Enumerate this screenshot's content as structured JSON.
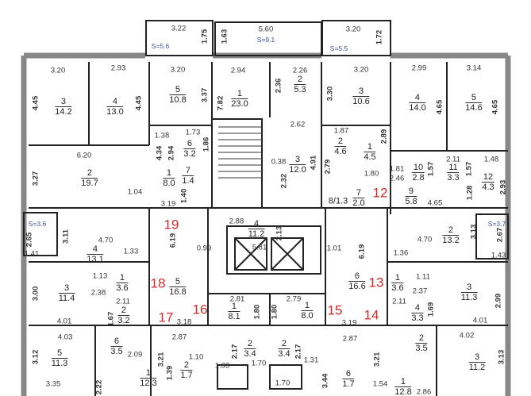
{
  "plan": {
    "rooms": [
      {
        "num": "3",
        "area": "14.2"
      },
      {
        "num": "4",
        "area": "13.0"
      },
      {
        "num": "5",
        "area": "10.8"
      },
      {
        "num": "1",
        "area": "23.0"
      },
      {
        "num": "2",
        "area": "5.3"
      },
      {
        "num": "3",
        "area": "10.6"
      },
      {
        "num": "4",
        "area": "14.0"
      },
      {
        "num": "5",
        "area": "14.6"
      },
      {
        "num": "6",
        "area": "3.2"
      },
      {
        "num": "1",
        "area": "8.0"
      },
      {
        "num": "7",
        "area": "1.4"
      },
      {
        "num": "2",
        "area": "19.7"
      },
      {
        "num": "3",
        "area": "12.0"
      },
      {
        "num": "2",
        "area": "4.6"
      },
      {
        "num": "1",
        "area": "4.5"
      },
      {
        "num": "10",
        "area": "2.8"
      },
      {
        "num": "11",
        "area": "3.3"
      },
      {
        "num": "12",
        "area": "4.3"
      },
      {
        "num": "7",
        "area": "2.0"
      },
      {
        "num": "9",
        "area": "5.8"
      },
      {
        "num": "4",
        "area": "11.2"
      },
      {
        "num": "4",
        "area": "13.1"
      },
      {
        "num": "1",
        "area": "3.6"
      },
      {
        "num": "5",
        "area": "16.8"
      },
      {
        "num": "3",
        "area": "11.4"
      },
      {
        "num": "2",
        "area": "3.2"
      },
      {
        "num": "6",
        "area": "16.6"
      },
      {
        "num": "1",
        "area": "3.6"
      },
      {
        "num": "2",
        "area": "13.2"
      },
      {
        "num": "3",
        "area": "11.3"
      },
      {
        "num": "4",
        "area": "3.3"
      },
      {
        "num": "1",
        "area": "8.1"
      },
      {
        "num": "1",
        "area": "8.0"
      },
      {
        "num": "2",
        "area": "3.4"
      },
      {
        "num": "2",
        "area": "3.4"
      },
      {
        "num": "6",
        "area": "3.5"
      },
      {
        "num": "5",
        "area": "11.3"
      },
      {
        "num": "1",
        "area": "12.3"
      },
      {
        "num": "2",
        "area": "1.7"
      },
      {
        "num": "2",
        "area": "3.5"
      },
      {
        "num": "3",
        "area": "11.2"
      },
      {
        "num": "6",
        "area": "1.7"
      },
      {
        "num": "1",
        "area": "12.8"
      }
    ],
    "room_extra": [
      "8/1.3"
    ],
    "unit_numbers": [
      "19",
      "18",
      "17",
      "16",
      "15",
      "14",
      "13",
      "12"
    ],
    "balconies": [
      "S=5.6",
      "S=9.1",
      "S=5.5",
      "S=3.6",
      "S=3.7"
    ],
    "dimensions": [
      "3.22",
      "1.75",
      "5.60",
      "1.63",
      "3.20",
      "1.72",
      "3.20",
      "2.93",
      "3.20",
      "2.94",
      "2.26",
      "3.20",
      "2.99",
      "3.14",
      "4.45",
      "4.45",
      "3.37",
      "7.82",
      "2.36",
      "3.30",
      "4.65",
      "4.65",
      "1.38",
      "1.73",
      "1.86",
      "4.34",
      "2.94",
      "6.20",
      "3.27",
      "1.04",
      "3.19",
      "1.40",
      "2.62",
      "4.91",
      "2.32",
      "0.38",
      "1.87",
      "2.79",
      "2.89",
      "1.80",
      "1.81",
      "2.46",
      "2.11",
      "1.57",
      "1.48",
      "2.93",
      "4.65",
      "1.57",
      "1.28",
      "2.88",
      "2.13",
      "5.81",
      "6.19",
      "6.19",
      "0.99",
      "1.01",
      "4.70",
      "3.11",
      "2.65",
      "1.41",
      "1.33",
      "1.13",
      "2.38",
      "2.11",
      "1.67",
      "4.01",
      "3.00",
      "4.70",
      "3.13",
      "2.67",
      "1.43",
      "1.36",
      "1.11",
      "2.37",
      "2.11",
      "1.69",
      "4.01",
      "2.99",
      "2.81",
      "1.80",
      "1.80",
      "2.79",
      "3.18",
      "3.19",
      "2.87",
      "2.87",
      "4.03",
      "3.12",
      "2.09",
      "3.35",
      "2.22",
      "3.21",
      "1.39",
      "1.10",
      "4.02",
      "3.13",
      "3.21",
      "2.86",
      "1.54",
      "1.31",
      "1.70",
      "1.70",
      "1.33",
      "2.17",
      "2.17",
      "3.44"
    ]
  }
}
